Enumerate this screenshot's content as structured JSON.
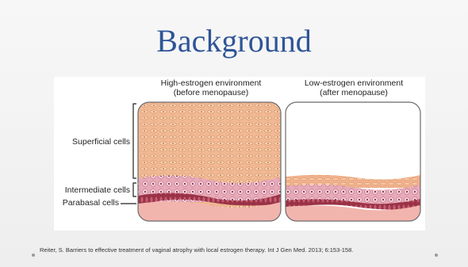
{
  "slide": {
    "title": "Background",
    "figure": {
      "left_header": "High-estrogen environment",
      "left_subheader": "(before menopause)",
      "right_header": "Low-estrogen environment",
      "right_subheader": "(after menopause)",
      "labels": {
        "superficial": "Superficial cells",
        "intermediate": "Intermediate cells",
        "parabasal": "Parabasal cells"
      }
    },
    "citation": "Reiter, S. Barriers to effective treatment of vaginal atrophy with local estrogen therapy. Int J Gen Med. 2013; 6:153-158."
  },
  "colors": {
    "title": "#2f5597",
    "superficial": "#f0b994",
    "intermediate": "#e6aab8",
    "parabasal": "#9a3246",
    "basement": "#f2b5ae"
  }
}
